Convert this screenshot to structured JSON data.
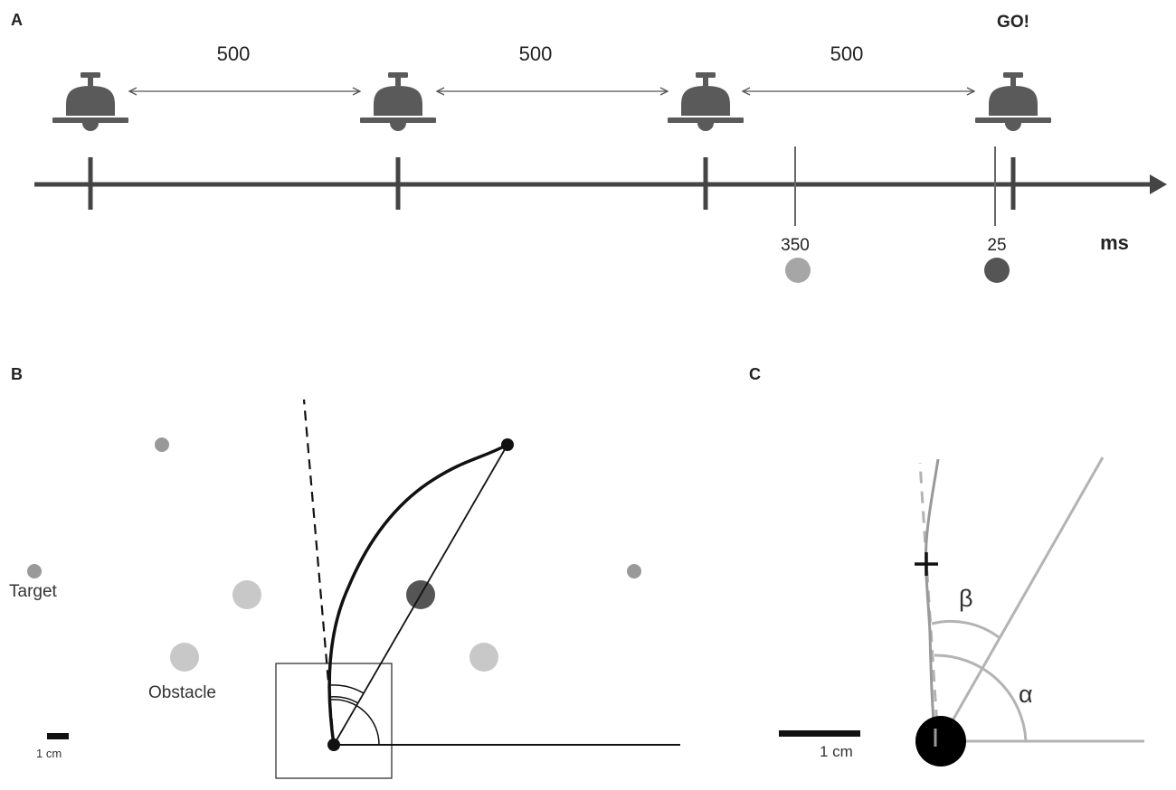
{
  "panels": {
    "a": {
      "label": "A"
    },
    "b": {
      "label": "B"
    },
    "c": {
      "label": "C"
    }
  },
  "timeline": {
    "intervals": [
      "500",
      "500",
      "500"
    ],
    "go_label": "GO!",
    "unit": "ms",
    "marks": [
      {
        "label": "350",
        "dot_color": "#a6a6a6"
      },
      {
        "label": "25",
        "dot_color": "#555555"
      }
    ]
  },
  "scene": {
    "target_label": "Target",
    "obstacle_label": "Obstacle",
    "scale_label": "1 cm"
  },
  "detail": {
    "beta_label": "β",
    "alpha_label": "α",
    "scale_label": "1 cm"
  },
  "colors": {
    "bell": "#5a5a5a",
    "axis": "#444444",
    "obstacle": "#c8c8c8",
    "target": "#999999",
    "central_obstacle": "#555555",
    "detail_lines": "#b3b3b3"
  }
}
